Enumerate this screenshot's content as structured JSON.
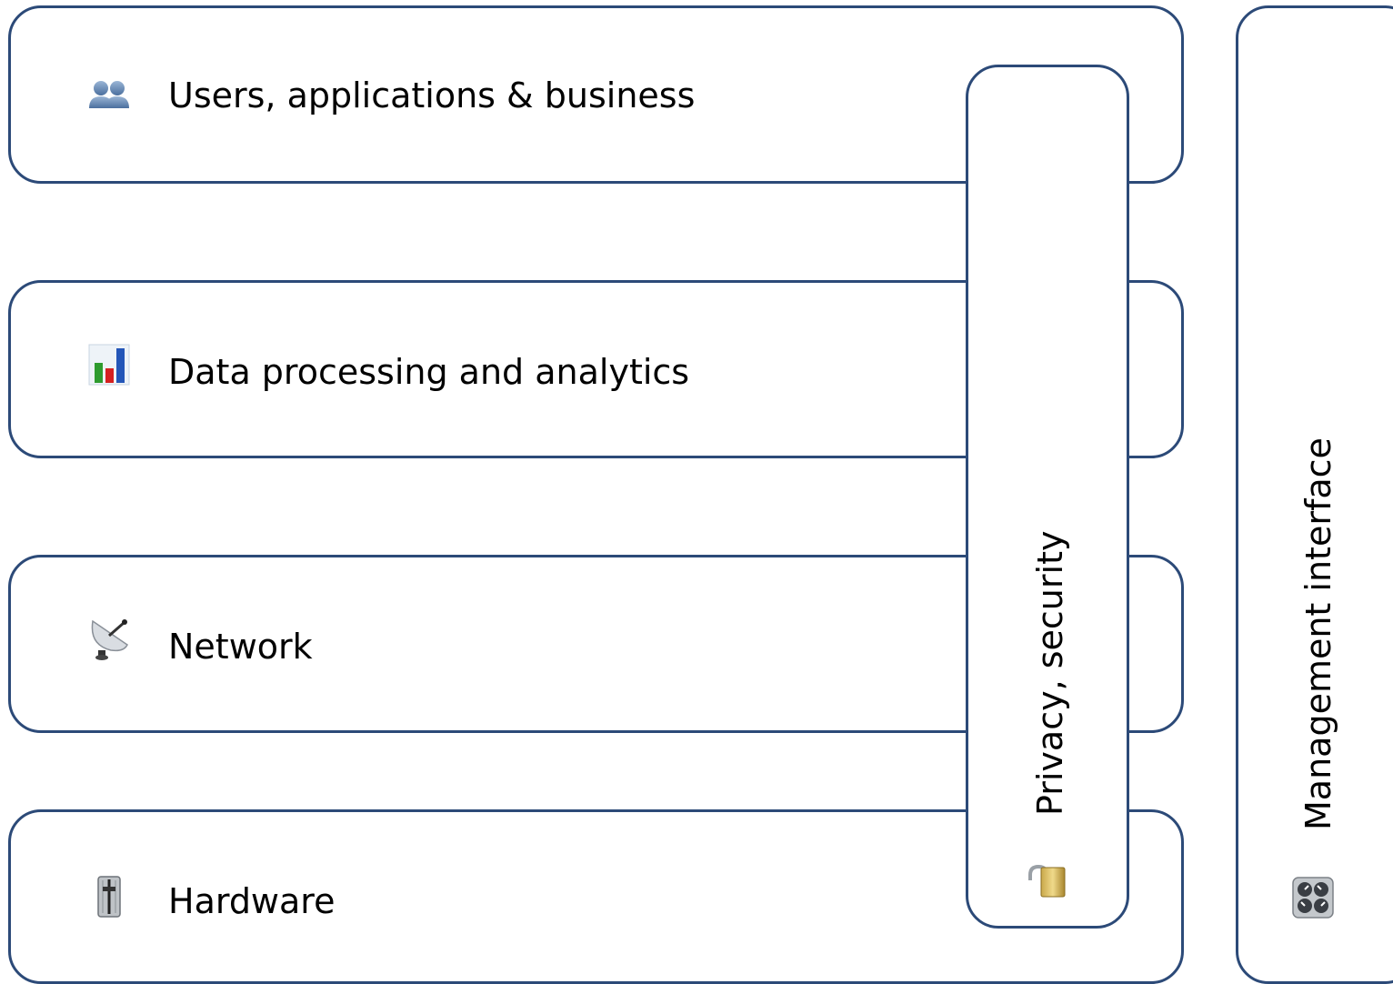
{
  "layers": [
    {
      "label": "Users, applications & business",
      "icon": "users-icon"
    },
    {
      "label": "Data processing and analytics",
      "icon": "bar-chart-icon"
    },
    {
      "label": "Network",
      "icon": "satellite-dish-icon"
    },
    {
      "label": "Hardware",
      "icon": "hardware-slider-icon"
    }
  ],
  "cross_cutting": [
    {
      "label": "Privacy, security",
      "icon": "padlock-icon"
    },
    {
      "label": "Management interface",
      "icon": "control-panel-icon"
    }
  ],
  "colors": {
    "border": "#2c4a78"
  }
}
